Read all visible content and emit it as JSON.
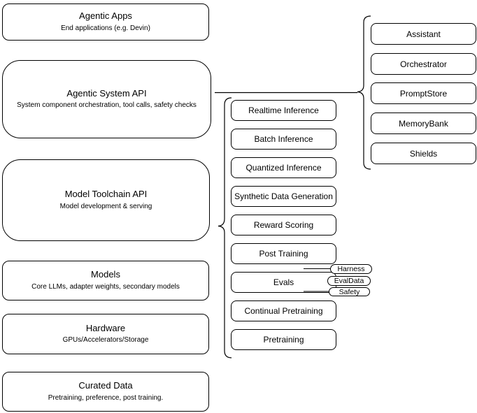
{
  "left_column": {
    "boxes": [
      {
        "title": "Agentic Apps",
        "subtitle": "End applications (e.g. Devin)"
      },
      {
        "title": "Agentic System API",
        "subtitle": "System component orchestration, tool calls, safety checks"
      },
      {
        "title": "Model Toolchain API",
        "subtitle": "Model development & serving"
      },
      {
        "title": "Models",
        "subtitle": "Core LLMs, adapter weights, secondary models"
      },
      {
        "title": "Hardware",
        "subtitle": "GPUs/Accelerators/Storage"
      },
      {
        "title": "Curated Data",
        "subtitle": "Pretraining, preference, post training."
      }
    ]
  },
  "toolchain_column": {
    "items": [
      "Realtime Inference",
      "Batch Inference",
      "Quantized Inference",
      "Synthetic Data Generation",
      "Reward Scoring",
      "Post Training",
      "Evals",
      "Continual Pretraining",
      "Pretraining"
    ]
  },
  "evals_tags": [
    "Harness",
    "EvalData",
    "Safety"
  ],
  "system_column": {
    "items": [
      "Assistant",
      "Orchestrator",
      "PromptStore",
      "MemoryBank",
      "Shields"
    ]
  },
  "colors": {
    "stroke": "#000000",
    "fill": "#ffffff",
    "text": "#000000"
  }
}
